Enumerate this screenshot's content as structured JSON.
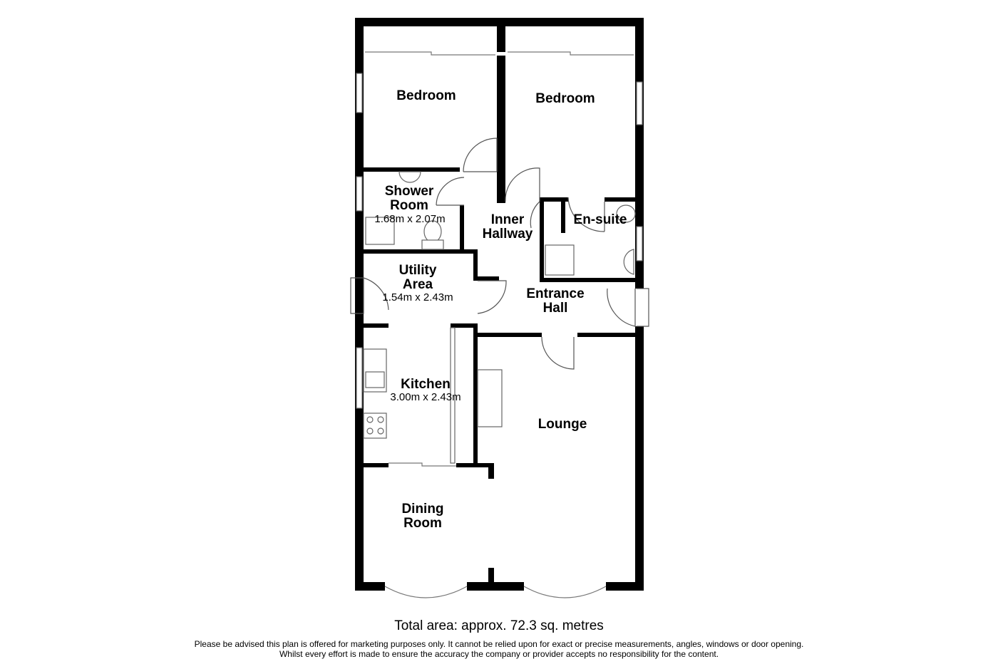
{
  "rooms": {
    "bedroom1": {
      "name": "Bedroom"
    },
    "bedroom2": {
      "name": "Bedroom"
    },
    "shower": {
      "name1": "Shower",
      "name2": "Room",
      "dims": "1.68m x 2.07m"
    },
    "inner_hallway": {
      "name1": "Inner",
      "name2": "Hallway"
    },
    "ensuite": {
      "name": "En-suite"
    },
    "utility": {
      "name1": "Utility",
      "name2": "Area",
      "dims": "1.54m x 2.43m"
    },
    "entrance_hall": {
      "name1": "Entrance",
      "name2": "Hall"
    },
    "kitchen": {
      "name": "Kitchen",
      "dims": "3.00m x 2.43m"
    },
    "lounge": {
      "name": "Lounge"
    },
    "dining": {
      "name1": "Dining",
      "name2": "Room"
    }
  },
  "footer": {
    "total_area": "Total area: approx. 72.3 sq. metres",
    "disclaimer_1": "Please be advised this plan is offered for marketing purposes only. It cannot be relied upon for exact or precise measurements, angles, windows or door opening.",
    "disclaimer_2": "Whilst every effort is made to ensure the accuracy the company or provider accepts no responsibility for the content."
  }
}
